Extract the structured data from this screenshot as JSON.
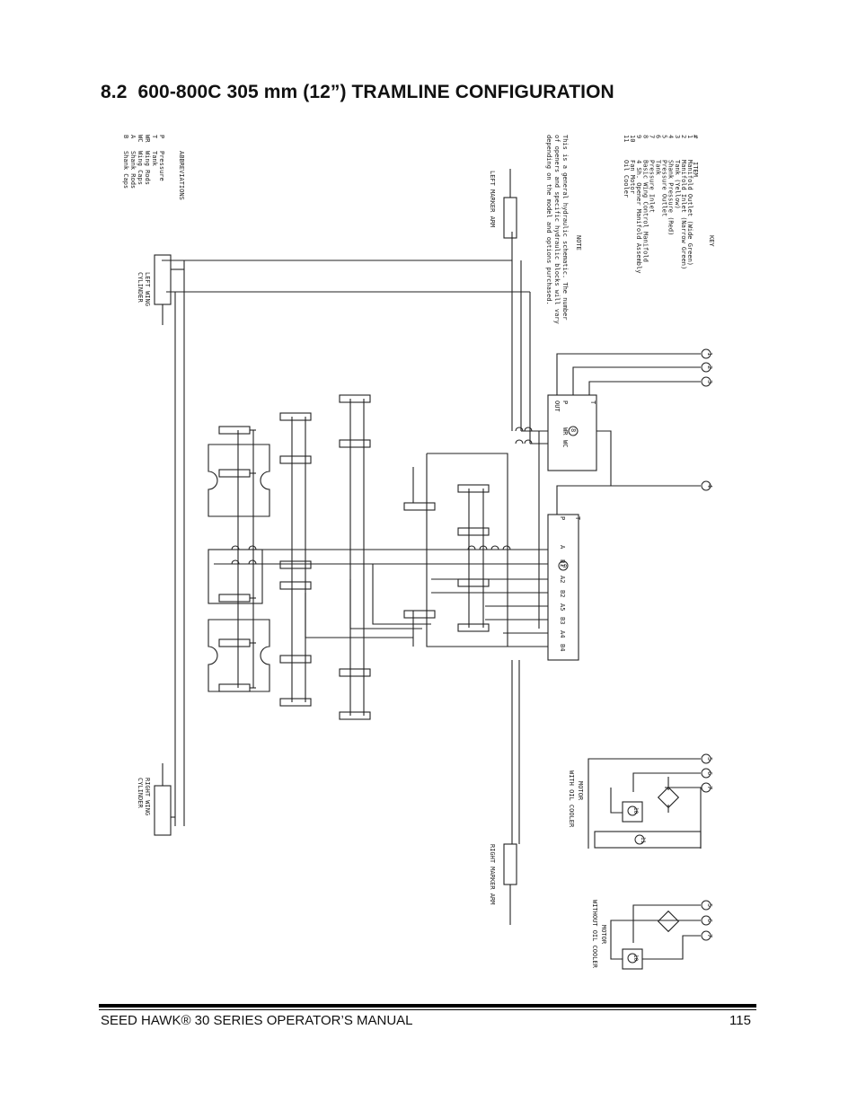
{
  "section": {
    "number": "8.2",
    "title": "600-800C 305 mm (12”) TRAMLINE CONFIGURATION"
  },
  "key": {
    "heading": "KEY",
    "col_num": "#",
    "col_item": "ITEM",
    "items": [
      {
        "n": "1",
        "label": "Manifold Outlet (Wide Green)"
      },
      {
        "n": "2",
        "label": "Manifold Inlet (Narrow Green)"
      },
      {
        "n": "3",
        "label": "Tank (Yellow)"
      },
      {
        "n": "4",
        "label": "Shank Pressure (Red)"
      },
      {
        "n": "5",
        "label": "Pressure Outlet"
      },
      {
        "n": "6",
        "label": "Tank"
      },
      {
        "n": "7",
        "label": "Pressure Inlet"
      },
      {
        "n": "8",
        "label": "Basic Wing Control Manifold"
      },
      {
        "n": "9",
        "label": "4 Sh. Opener Manifold Assembly"
      },
      {
        "n": "10",
        "label": "Fan Motor"
      },
      {
        "n": "11",
        "label": "Oil Cooler"
      }
    ]
  },
  "note": {
    "heading": "NOTE",
    "lines": [
      "This is a general hydraulic schematic. The number",
      "of openers and specific hydraulic blocks will vary",
      "depending on the model and options purchased."
    ]
  },
  "abbreviations": {
    "heading": "ABBREVIATIONS",
    "items": [
      {
        "code": "P",
        "meaning": "Pressure"
      },
      {
        "code": "T",
        "meaning": "Tank"
      },
      {
        "code": "WR",
        "meaning": "Wing Rods"
      },
      {
        "code": "WC",
        "meaning": "Wing Caps"
      },
      {
        "code": "A",
        "meaning": "Shank Rods"
      },
      {
        "code": "B",
        "meaning": "Shank Caps"
      }
    ]
  },
  "labels": {
    "left_marker_arm": "LEFT MARKER ARM",
    "right_marker_arm": "RIGHT MARKER ARM",
    "left_wing_cyl_1": "LEFT WING",
    "left_wing_cyl_2": "CYLINDER",
    "right_wing_cyl_1": "RIGHT WING",
    "right_wing_cyl_2": "CYLINDER",
    "motor_with_1": "MOTOR",
    "motor_with_2": "WITH OIL COOLER",
    "motor_without_1": "MOTOR",
    "motor_without_2": "WITHOUT OIL COOLER"
  },
  "manifold8": {
    "id": "8",
    "ports": [
      "T",
      "P",
      "OUT",
      "WR",
      "WC"
    ]
  },
  "manifold9": {
    "id": "9",
    "ports": [
      "T",
      "P",
      "A",
      "B1",
      "A2",
      "B2",
      "A5",
      "B3",
      "A4",
      "B4"
    ]
  },
  "callouts": [
    "1",
    "2",
    "3",
    "4",
    "5",
    "6",
    "7",
    "10",
    "11"
  ],
  "footer": {
    "manual": "SEED HAWK® 30 SERIES OPERATOR’S MANUAL",
    "page": "115"
  }
}
